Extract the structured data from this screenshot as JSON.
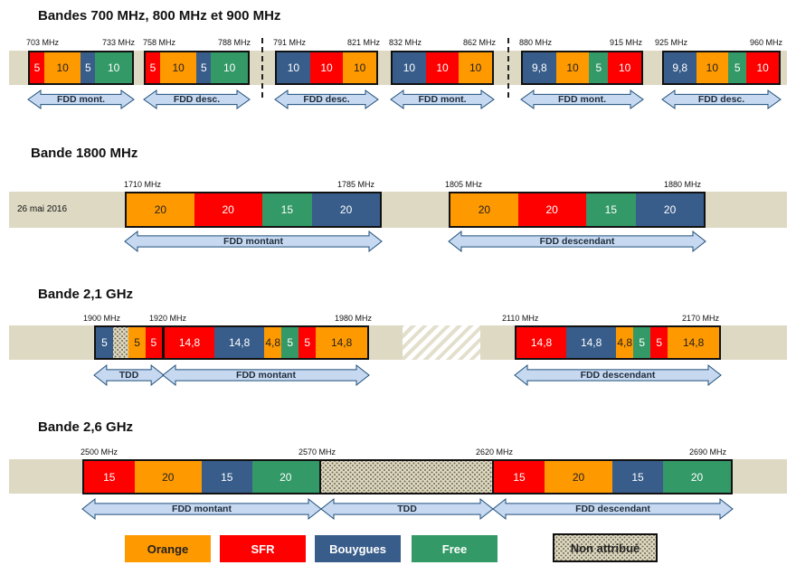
{
  "colors": {
    "orange": "#ff9900",
    "sfr": "#ff0000",
    "bouygues": "#385d8a",
    "free": "#339966",
    "strip": "#ddd9c3",
    "non_attribue": "#ddd9c3",
    "arrow_fill": "#c6d9f1",
    "arrow_border": "#1f4e79"
  },
  "band700": {
    "title": "Bandes 700 MHz, 800 MHz et 900 MHz",
    "blocks": [
      {
        "start": "703 MHz",
        "end": "733 MHz",
        "segments": [
          {
            "label": "5",
            "operator": "sfr"
          },
          {
            "label": "10",
            "operator": "orange"
          },
          {
            "label": "5",
            "operator": "bouygues"
          },
          {
            "label": "10",
            "operator": "free"
          }
        ],
        "arrow": "FDD mont."
      },
      {
        "start": "758 MHz",
        "end": "788 MHz",
        "segments": [
          {
            "label": "5",
            "operator": "sfr"
          },
          {
            "label": "10",
            "operator": "orange"
          },
          {
            "label": "5",
            "operator": "bouygues"
          },
          {
            "label": "10",
            "operator": "free"
          }
        ],
        "arrow": "FDD desc."
      },
      {
        "start": "791 MHz",
        "end": "821 MHz",
        "segments": [
          {
            "label": "10",
            "operator": "bouygues"
          },
          {
            "label": "10",
            "operator": "sfr"
          },
          {
            "label": "10",
            "operator": "orange"
          }
        ],
        "arrow": "FDD desc."
      },
      {
        "start": "832 MHz",
        "end": "862 MHz",
        "segments": [
          {
            "label": "10",
            "operator": "bouygues"
          },
          {
            "label": "10",
            "operator": "sfr"
          },
          {
            "label": "10",
            "operator": "orange"
          }
        ],
        "arrow": "FDD mont."
      },
      {
        "start": "880 MHz",
        "end": "915 MHz",
        "segments": [
          {
            "label": "9,8",
            "operator": "bouygues"
          },
          {
            "label": "10",
            "operator": "orange"
          },
          {
            "label": "5",
            "operator": "free"
          },
          {
            "label": "10",
            "operator": "sfr"
          }
        ],
        "arrow": "FDD mont."
      },
      {
        "start": "925 MHz",
        "end": "960 MHz",
        "segments": [
          {
            "label": "9,8",
            "operator": "bouygues"
          },
          {
            "label": "10",
            "operator": "orange"
          },
          {
            "label": "5",
            "operator": "free"
          },
          {
            "label": "10",
            "operator": "sfr"
          }
        ],
        "arrow": "FDD desc."
      }
    ]
  },
  "band1800": {
    "title": "Bande 1800 MHz",
    "date": "26 mai 2016",
    "up": {
      "start": "1710 MHz",
      "end": "1785 MHz",
      "arrow": "FDD montant",
      "segments": [
        {
          "label": "20",
          "operator": "orange"
        },
        {
          "label": "20",
          "operator": "sfr"
        },
        {
          "label": "15",
          "operator": "free"
        },
        {
          "label": "20",
          "operator": "bouygues"
        }
      ]
    },
    "down": {
      "start": "1805 MHz",
      "end": "1880 MHz",
      "arrow": "FDD descendant",
      "segments": [
        {
          "label": "20",
          "operator": "orange"
        },
        {
          "label": "20",
          "operator": "sfr"
        },
        {
          "label": "15",
          "operator": "free"
        },
        {
          "label": "20",
          "operator": "bouygues"
        }
      ]
    }
  },
  "band21": {
    "title": "Bande 2,1 GHz",
    "tdd": {
      "start": "1900 MHz",
      "arrow": "TDD",
      "segments": [
        {
          "label": "5",
          "operator": "bouygues"
        },
        {
          "label": "",
          "operator": "non_attribue"
        },
        {
          "label": "5",
          "operator": "orange"
        },
        {
          "label": "5",
          "operator": "sfr"
        }
      ]
    },
    "up": {
      "start": "1920 MHz",
      "end": "1980 MHz",
      "arrow": "FDD montant",
      "segments": [
        {
          "label": "14,8",
          "operator": "sfr"
        },
        {
          "label": "14,8",
          "operator": "bouygues"
        },
        {
          "label": "4,8",
          "operator": "orange"
        },
        {
          "label": "5",
          "operator": "free"
        },
        {
          "label": "5",
          "operator": "sfr"
        },
        {
          "label": "14,8",
          "operator": "orange"
        }
      ]
    },
    "down": {
      "start": "2110 MHz",
      "end": "2170 MHz",
      "arrow": "FDD descendant",
      "segments": [
        {
          "label": "14,8",
          "operator": "sfr"
        },
        {
          "label": "14,8",
          "operator": "bouygues"
        },
        {
          "label": "4,8",
          "operator": "orange"
        },
        {
          "label": "5",
          "operator": "free"
        },
        {
          "label": "5",
          "operator": "sfr"
        },
        {
          "label": "14,8",
          "operator": "orange"
        }
      ]
    }
  },
  "band26": {
    "title": "Bande 2,6 GHz",
    "freqs": [
      "2500 MHz",
      "2570 MHz",
      "2620 MHz",
      "2690 MHz"
    ],
    "up": {
      "arrow": "FDD montant",
      "segments": [
        {
          "label": "15",
          "operator": "sfr"
        },
        {
          "label": "20",
          "operator": "orange"
        },
        {
          "label": "15",
          "operator": "bouygues"
        },
        {
          "label": "20",
          "operator": "free"
        }
      ]
    },
    "tdd": {
      "arrow": "TDD"
    },
    "down": {
      "arrow": "FDD descendant",
      "segments": [
        {
          "label": "15",
          "operator": "sfr"
        },
        {
          "label": "20",
          "operator": "orange"
        },
        {
          "label": "15",
          "operator": "bouygues"
        },
        {
          "label": "20",
          "operator": "free"
        }
      ]
    }
  },
  "legend": {
    "orange": "Orange",
    "sfr": "SFR",
    "bouygues": "Bouygues",
    "free": "Free",
    "non_attribue": "Non attribué"
  }
}
